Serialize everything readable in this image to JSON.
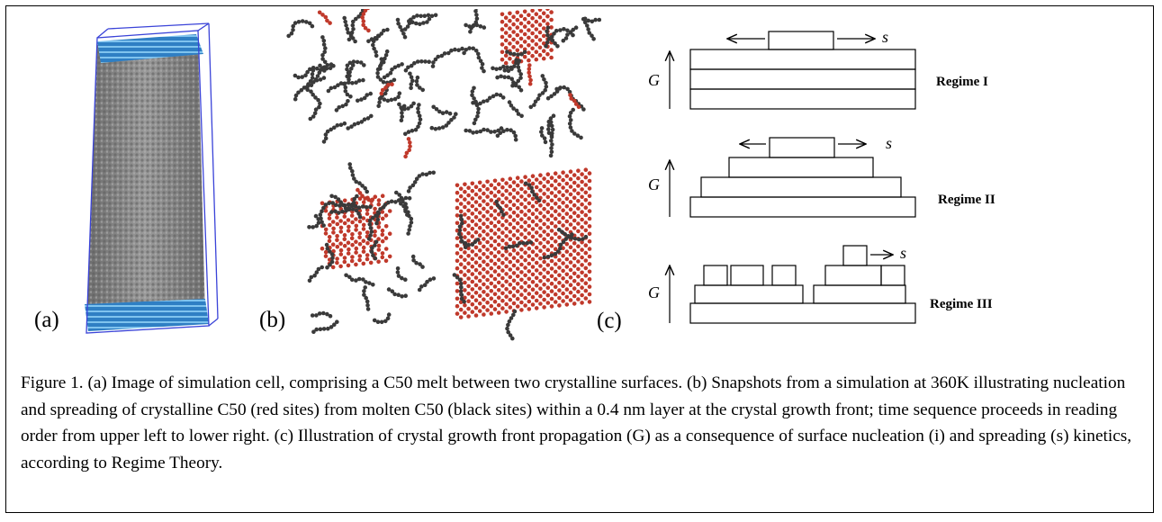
{
  "panel_labels": {
    "a": "(a)",
    "b": "(b)",
    "c": "(c)"
  },
  "regimes": [
    {
      "name": "Regime I",
      "growth_symbol": "G",
      "spread_symbol": "s"
    },
    {
      "name": "Regime II",
      "growth_symbol": "G",
      "spread_symbol": "s"
    },
    {
      "name": "Regime III",
      "growth_symbol": "G",
      "spread_symbol": "s"
    }
  ],
  "caption": {
    "text": "Figure 1.  (a) Image of simulation cell, comprising a C50 melt between two crystalline surfaces. (b) Snapshots from a simulation at 360K illustrating nucleation and spreading of crystalline C50 (red sites) from molten C50 (black sites) within a 0.4 nm layer at the crystal growth front; time sequence proceeds in reading order from upper left to lower right. (c) Illustration of crystal growth front propagation (G) as a consequence of surface nucleation (i) and spreading (s) kinetics, according to Regime Theory."
  },
  "colors": {
    "crystal_sites": "#c0392b",
    "melt_sites": "#3a3a3a",
    "cell_border": "#3a43d8",
    "surface": "#3f8fd0",
    "melt": "#8a8a8a"
  }
}
